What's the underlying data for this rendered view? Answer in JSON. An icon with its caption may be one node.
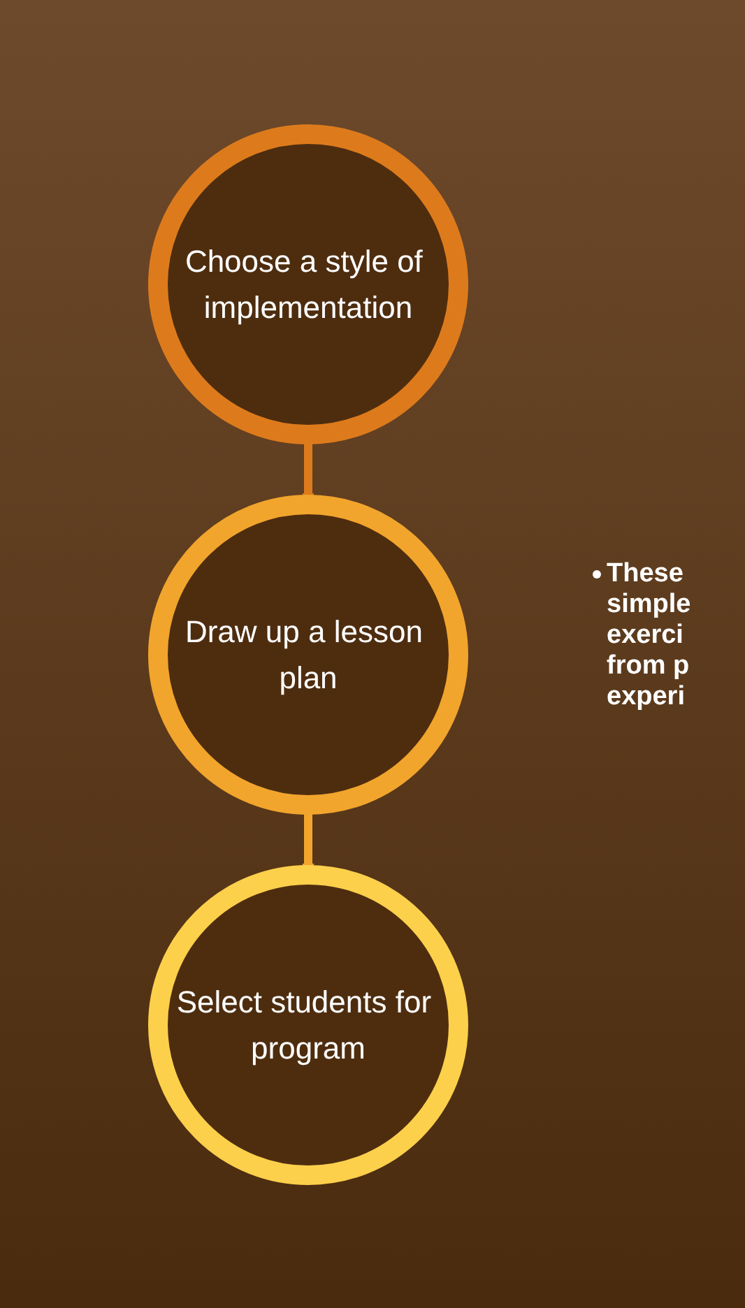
{
  "diagram": {
    "nodes": [
      {
        "text": [
          "Choose a style of implementation"
        ]
      },
      {
        "text": [
          "Draw up a lesson plan"
        ]
      },
      {
        "text": [
          "Select students for program"
        ]
      }
    ],
    "edges": [
      {
        "from": 0,
        "to": 1,
        "arrow": "to"
      },
      {
        "from": 1,
        "to": 2,
        "arrow": "to"
      }
    ],
    "labels": [
      "These simple exerci from p experi"
    ]
  }
}
